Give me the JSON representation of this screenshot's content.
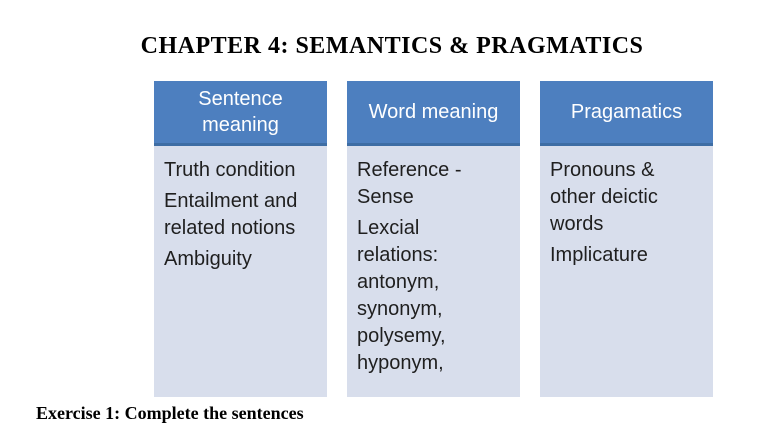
{
  "title": "CHAPTER 4: SEMANTICS & PRAGMATICS",
  "columns": [
    {
      "header": "Sentence\nmeaning",
      "items": {
        "0": "Truth condition",
        "1": "Entailment and\nrelated notions",
        "2": "Ambiguity"
      }
    },
    {
      "header": "Word meaning",
      "items": {
        "0": "Reference -\nSense",
        "1": "Lexcial\nrelations:\nantonym,\nsynonym,\npolysemy,\nhyponym,"
      }
    },
    {
      "header": "Pragamatics",
      "items": {
        "0": "Pronouns &\nother deictic\nwords",
        "1": "Implicature"
      }
    }
  ],
  "exercise": "Exercise 1: Complete the sentences",
  "colors": {
    "header_fill": "#4d7fbf",
    "header_edge": "#3e6da4",
    "body_fill": "#d8deec",
    "body_text": "#1f1f1f"
  }
}
